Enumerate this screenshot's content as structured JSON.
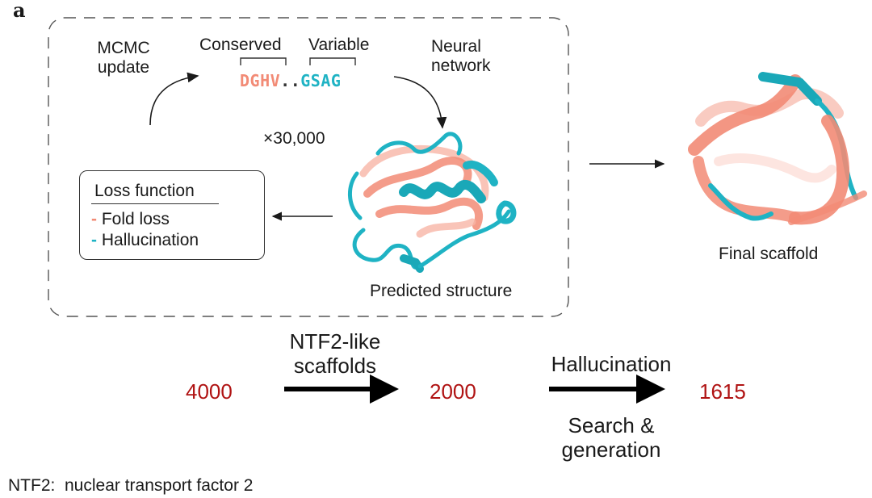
{
  "panel_label": "a",
  "loop": {
    "mcmc_update": "MCMC\nupdate",
    "conserved_label": "Conserved",
    "variable_label": "Variable",
    "seq_conserved": "DGHV",
    "seq_dots": "..",
    "seq_variable": "GSAG",
    "neural_network": "Neural\nnetwork",
    "iterations": "×30,000",
    "predicted_structure": "Predicted structure"
  },
  "legend": {
    "title": "Loss function",
    "items": [
      {
        "label": "Fold loss",
        "color": "#f28b76"
      },
      {
        "label": "Hallucination",
        "color": "#1fb3c4"
      }
    ]
  },
  "final_scaffold": "Final scaffold",
  "pipeline": {
    "n1": "4000",
    "step1": "NTF2-like\nscaffolds",
    "n2": "2000",
    "step2": "Hallucination",
    "step2_sub": "Search &\ngeneration",
    "n3": "1615"
  },
  "footnote": "NTF2:  nuclear transport factor 2",
  "colors": {
    "salmon": "#f28b76",
    "teal": "#1fb3c4",
    "count_red": "#b01313"
  }
}
